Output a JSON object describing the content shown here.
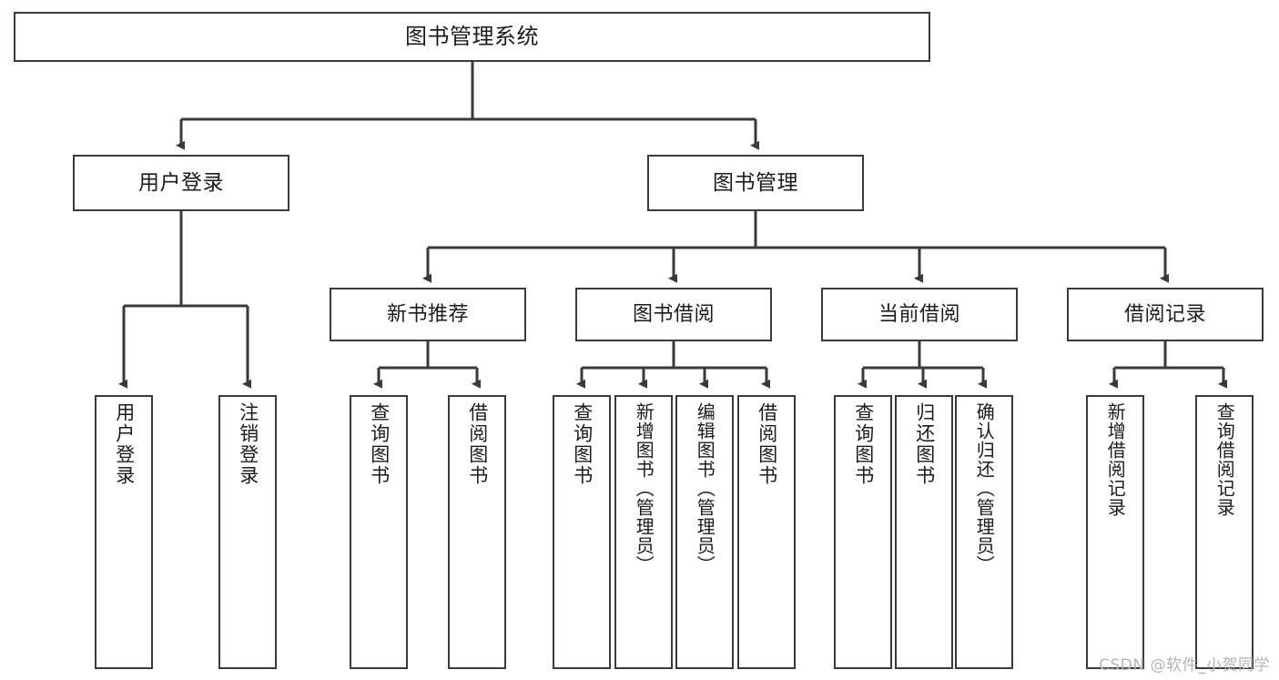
{
  "diagram": {
    "title": "图书管理系统",
    "type": "tree",
    "orientation": "top-down",
    "colors": {
      "node_border": "#3a3a3a",
      "node_fill": "#ffffff",
      "edge": "#3a3a3a",
      "text": "#1c1c1c",
      "watermark": "#b4b4b4",
      "background": "#ffffff"
    },
    "root": {
      "id": "root",
      "label": "图书管理系统"
    },
    "level2": [
      {
        "id": "user-login",
        "label": "用户登录"
      },
      {
        "id": "book-manage",
        "label": "图书管理"
      }
    ],
    "level3": [
      {
        "id": "new-book-rec",
        "label": "新书推荐",
        "parent": "book-manage"
      },
      {
        "id": "book-borrow",
        "label": "图书借阅",
        "parent": "book-manage"
      },
      {
        "id": "current-borrow",
        "label": "当前借阅",
        "parent": "book-manage"
      },
      {
        "id": "borrow-record",
        "label": "借阅记录",
        "parent": "book-manage"
      }
    ],
    "leaves": [
      {
        "id": "leaf-user-login",
        "label": "用户登录",
        "parent": "user-login"
      },
      {
        "id": "leaf-user-logout",
        "label": "注销登录",
        "parent": "user-login"
      },
      {
        "id": "leaf-query-book-1",
        "label": "查询图书",
        "parent": "new-book-rec"
      },
      {
        "id": "leaf-borrow-book-1",
        "label": "借阅图书",
        "parent": "new-book-rec"
      },
      {
        "id": "leaf-query-book-2",
        "label": "查询图书",
        "parent": "book-borrow"
      },
      {
        "id": "leaf-add-book",
        "label": "新增图书（管理员）",
        "parent": "book-borrow"
      },
      {
        "id": "leaf-edit-book",
        "label": "编辑图书（管理员）",
        "parent": "book-borrow"
      },
      {
        "id": "leaf-borrow-book-2",
        "label": "借阅图书",
        "parent": "book-borrow"
      },
      {
        "id": "leaf-query-book-3",
        "label": "查询图书",
        "parent": "current-borrow"
      },
      {
        "id": "leaf-return-book",
        "label": "归还图书",
        "parent": "current-borrow"
      },
      {
        "id": "leaf-confirm-return",
        "label": "确认归还（管理员）",
        "parent": "current-borrow"
      },
      {
        "id": "leaf-add-record",
        "label": "新增借阅记录",
        "parent": "borrow-record"
      },
      {
        "id": "leaf-query-record",
        "label": "查询借阅记录",
        "parent": "borrow-record"
      }
    ]
  },
  "watermark": {
    "text": "CSDN @软件_小贺同学"
  }
}
